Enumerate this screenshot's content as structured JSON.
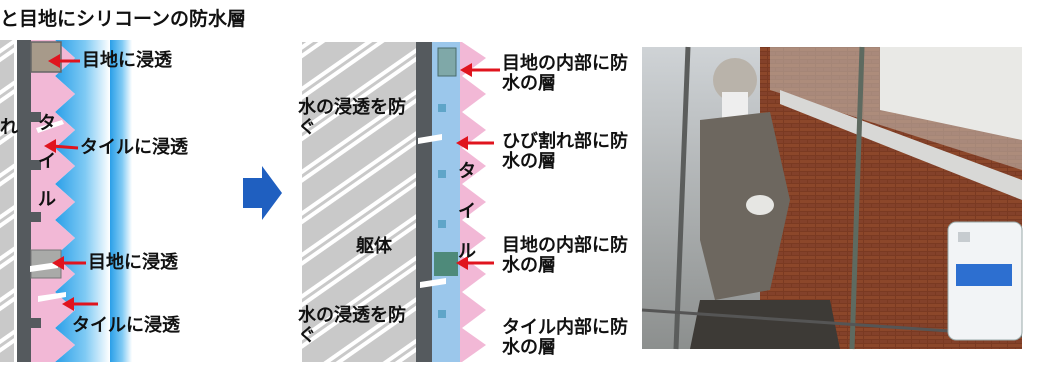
{
  "title": "と目地にシリコーンの防水層",
  "left_panel": {
    "fragment": "れ",
    "tile_chars": [
      "タ",
      "イ",
      "ル"
    ],
    "labels": [
      "目地に浸透",
      "タイルに浸透",
      "目地に浸透",
      "タイルに浸透"
    ]
  },
  "right_panel": {
    "prevent_top": "水の浸透を防ぐ",
    "body": "躯体",
    "prevent_bottom": "水の浸透を防ぐ",
    "tile_chars": [
      "タ",
      "イ",
      "ル"
    ],
    "labels": [
      "目地の内部に防水の層",
      "ひび割れ部に防水の層",
      "目地の内部に防水の層",
      "タイル内部に防水の層"
    ]
  },
  "colors": {
    "arrow": "#e0141e",
    "tile": "#f2b8d6",
    "water": "#2aa3ec",
    "wall": "#c8c8c8",
    "next_arrow": "#1f5fc0"
  },
  "icons": [
    "next-arrow-icon",
    "worker-photo",
    "water-repellent-jug-icon"
  ]
}
